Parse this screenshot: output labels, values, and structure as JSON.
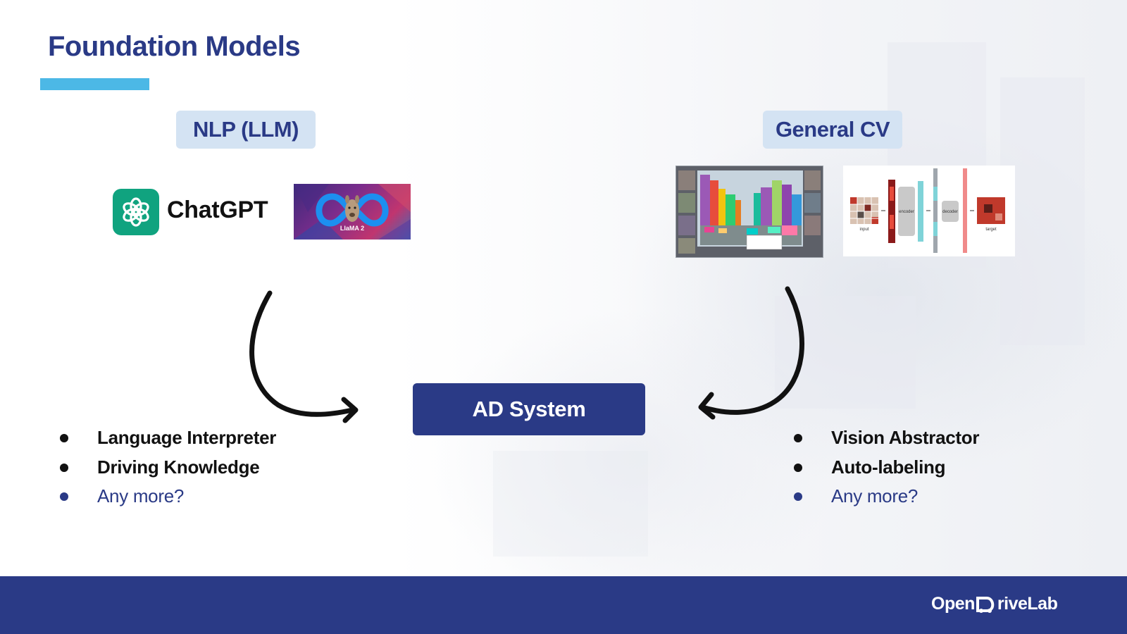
{
  "slide": {
    "title": "Foundation Models",
    "accent_color": "#4cb8e6",
    "primary_color": "#2a3a86"
  },
  "left_section": {
    "tag": "NLP (LLM)",
    "chatgpt_label": "ChatGPT",
    "chatgpt_icon": "openai-knot-icon",
    "llama_label": "LlaMA 2",
    "items": [
      {
        "label": "Language Interpreter"
      },
      {
        "label": "Driving Knowledge"
      },
      {
        "label": "Any more?"
      }
    ]
  },
  "right_section": {
    "tag": "General CV",
    "mae_labels": {
      "input": "input",
      "encoder": "encoder",
      "decoder": "decoder",
      "target": "target"
    },
    "items": [
      {
        "label": "Vision Abstractor"
      },
      {
        "label": "Auto-labeling"
      },
      {
        "label": "Any more?"
      }
    ]
  },
  "center": {
    "label": "AD System"
  },
  "footer": {
    "logo_part1": "Open",
    "logo_part2": "riveLab"
  }
}
